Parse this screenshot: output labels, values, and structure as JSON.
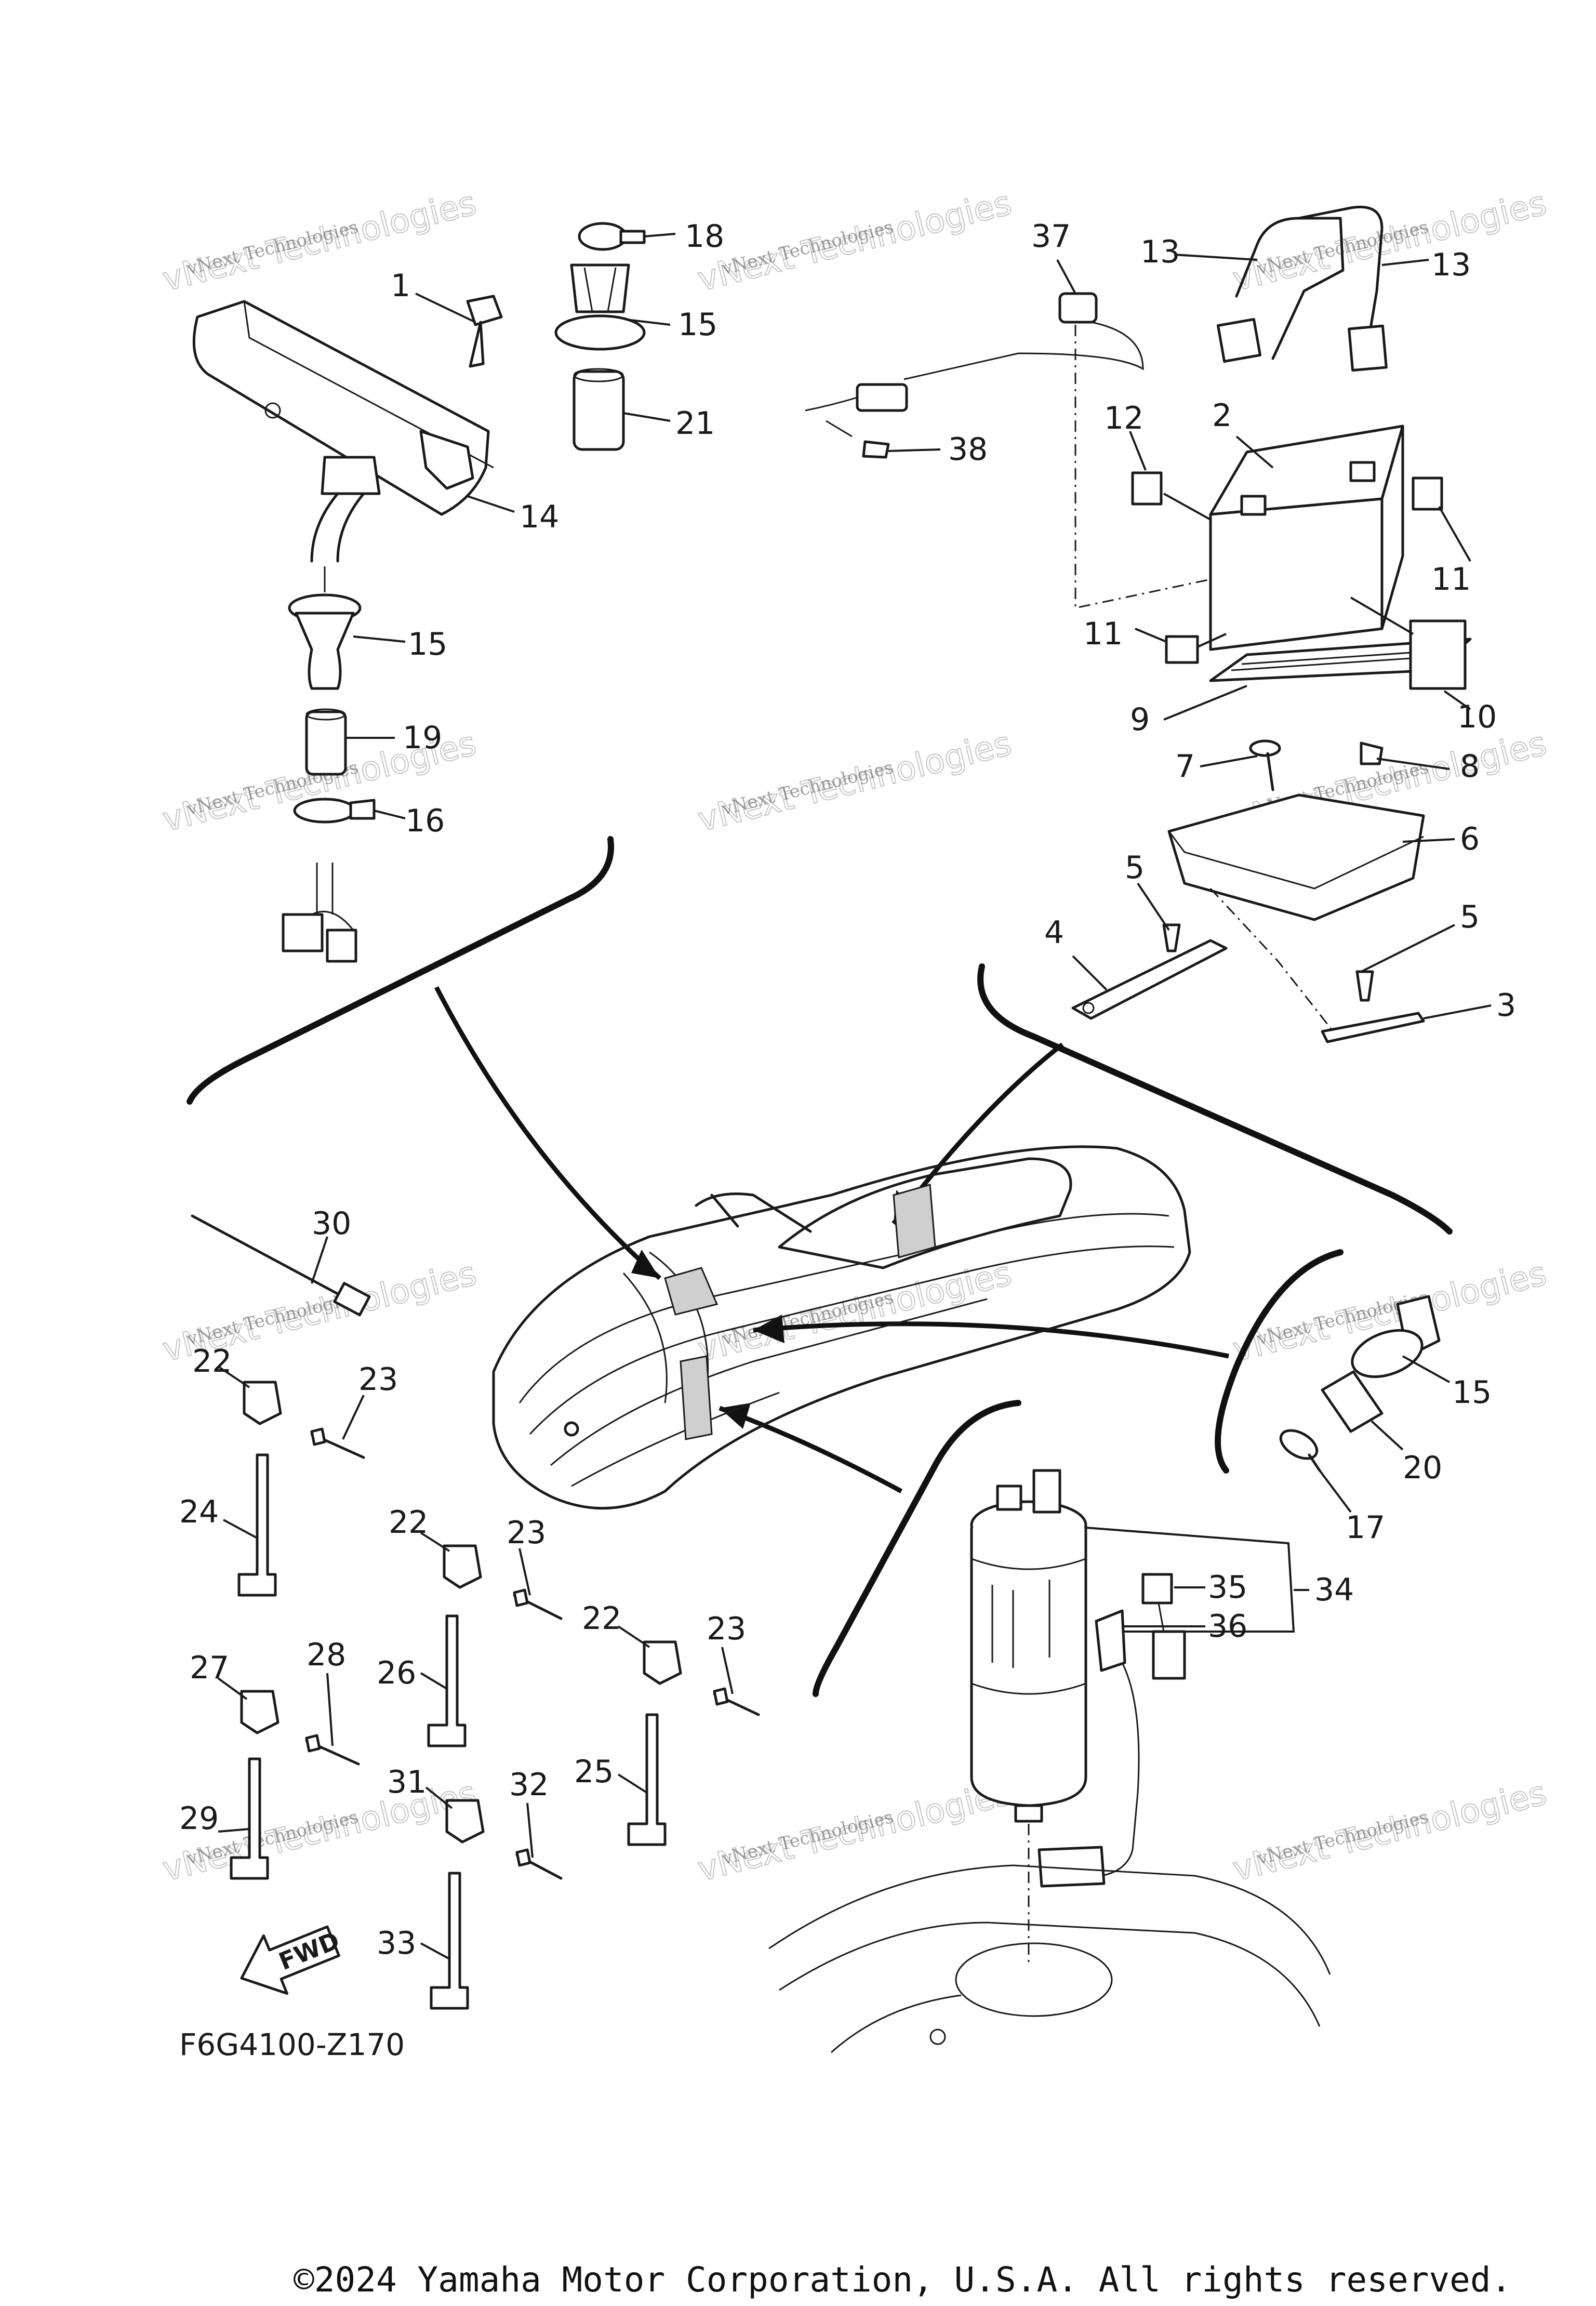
{
  "callouts": [
    {
      "id": "c1",
      "label": "1"
    },
    {
      "id": "c2",
      "label": "2"
    },
    {
      "id": "c3",
      "label": "3"
    },
    {
      "id": "c4",
      "label": "4"
    },
    {
      "id": "c5a",
      "label": "5"
    },
    {
      "id": "c5b",
      "label": "5"
    },
    {
      "id": "c6",
      "label": "6"
    },
    {
      "id": "c7",
      "label": "7"
    },
    {
      "id": "c8",
      "label": "8"
    },
    {
      "id": "c9",
      "label": "9"
    },
    {
      "id": "c10",
      "label": "10"
    },
    {
      "id": "c11a",
      "label": "11"
    },
    {
      "id": "c11b",
      "label": "11"
    },
    {
      "id": "c12",
      "label": "12"
    },
    {
      "id": "c13a",
      "label": "13"
    },
    {
      "id": "c13b",
      "label": "13"
    },
    {
      "id": "c14",
      "label": "14"
    },
    {
      "id": "c15a",
      "label": "15"
    },
    {
      "id": "c15b",
      "label": "15"
    },
    {
      "id": "c15c",
      "label": "15"
    },
    {
      "id": "c16",
      "label": "16"
    },
    {
      "id": "c17",
      "label": "17"
    },
    {
      "id": "c18",
      "label": "18"
    },
    {
      "id": "c19",
      "label": "19"
    },
    {
      "id": "c20",
      "label": "20"
    },
    {
      "id": "c21",
      "label": "21"
    },
    {
      "id": "c22a",
      "label": "22"
    },
    {
      "id": "c22b",
      "label": "22"
    },
    {
      "id": "c22c",
      "label": "22"
    },
    {
      "id": "c23a",
      "label": "23"
    },
    {
      "id": "c23b",
      "label": "23"
    },
    {
      "id": "c23c",
      "label": "23"
    },
    {
      "id": "c24",
      "label": "24"
    },
    {
      "id": "c25",
      "label": "25"
    },
    {
      "id": "c26",
      "label": "26"
    },
    {
      "id": "c27",
      "label": "27"
    },
    {
      "id": "c28",
      "label": "28"
    },
    {
      "id": "c29",
      "label": "29"
    },
    {
      "id": "c30",
      "label": "30"
    },
    {
      "id": "c31",
      "label": "31"
    },
    {
      "id": "c32",
      "label": "32"
    },
    {
      "id": "c33",
      "label": "33"
    },
    {
      "id": "c34",
      "label": "34"
    },
    {
      "id": "c35",
      "label": "35"
    },
    {
      "id": "c36",
      "label": "36"
    },
    {
      "id": "c37",
      "label": "37"
    },
    {
      "id": "c38",
      "label": "38"
    }
  ],
  "fwd_label": "FWD",
  "diagram_code": "F6G4100-Z170",
  "copyright": "©2024 Yamaha Motor Corporation, U.S.A. All rights reserved.",
  "watermark": {
    "line1": "vNext Technologies",
    "line2": "vNext Technologies"
  }
}
